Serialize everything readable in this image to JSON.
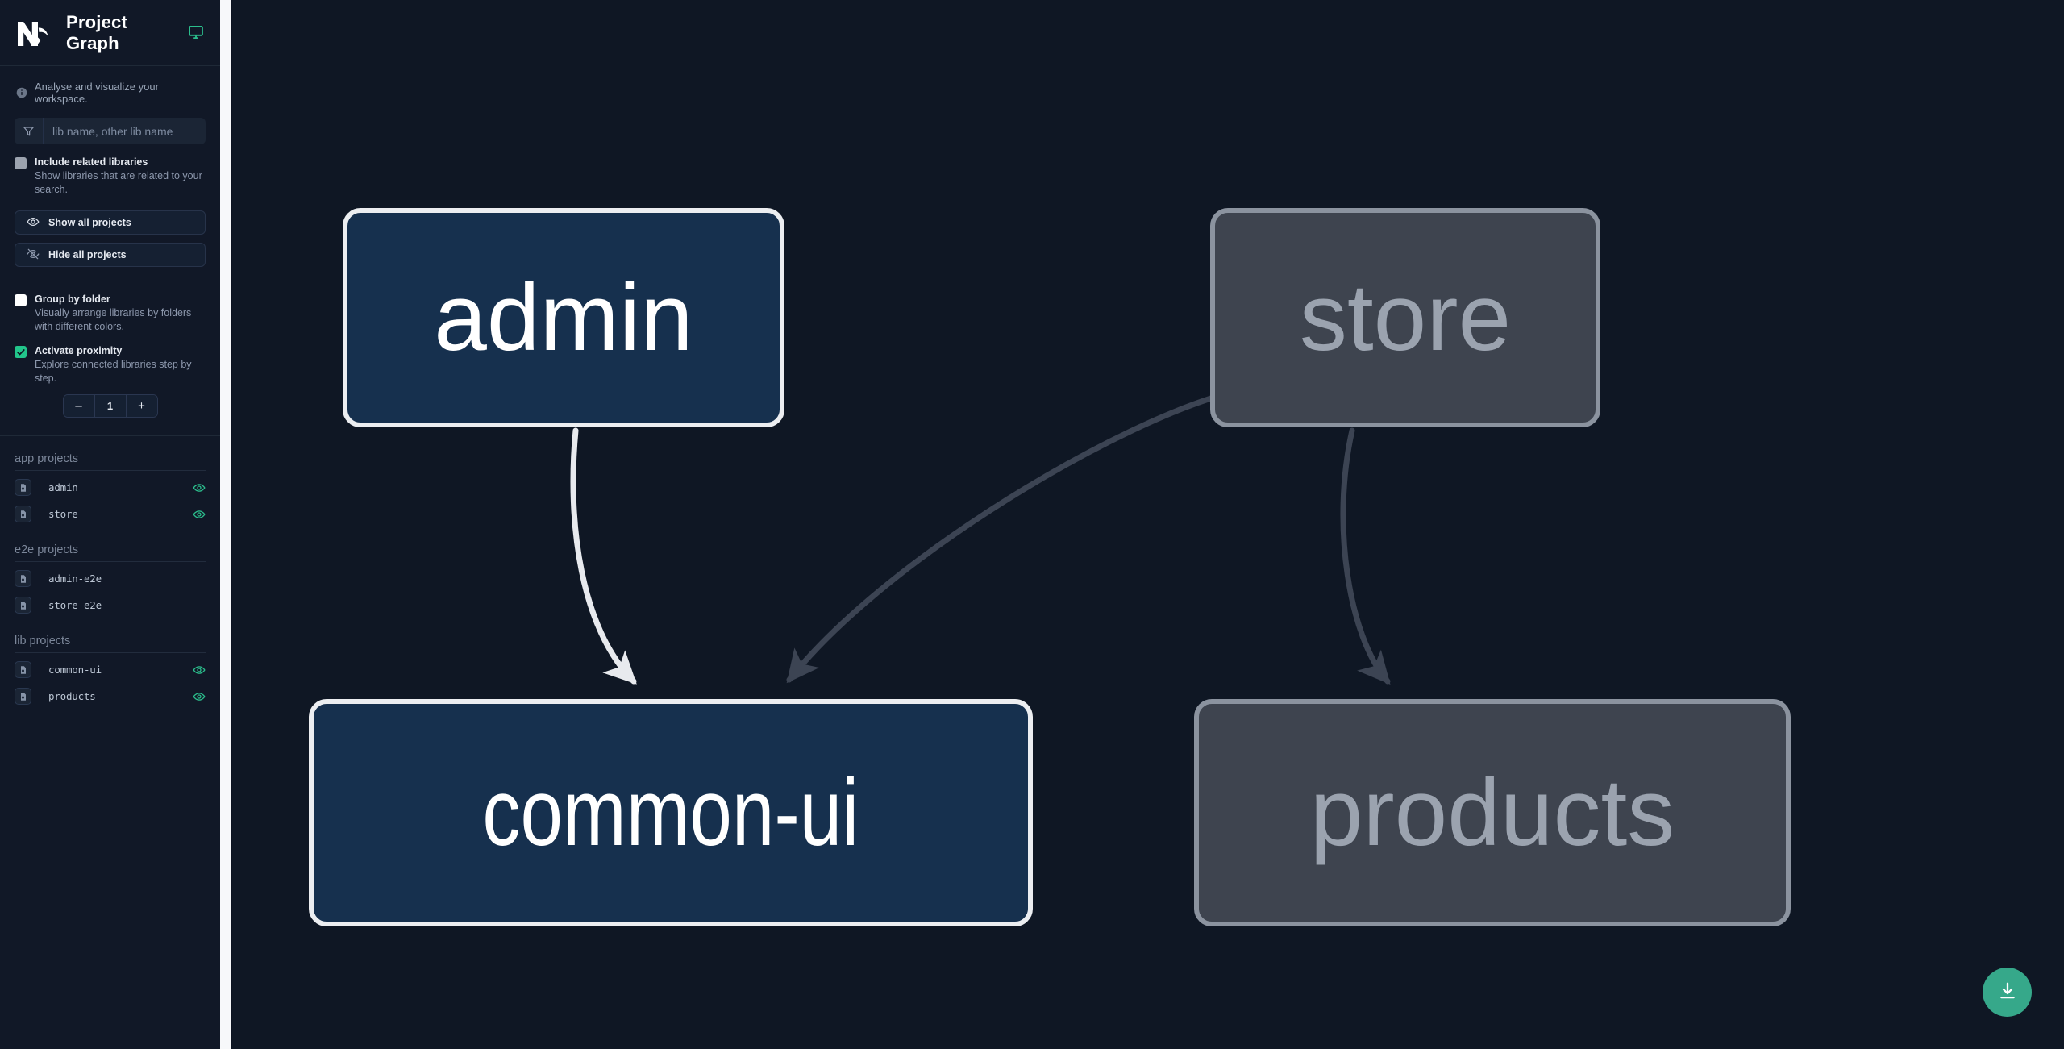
{
  "app": {
    "title": "Project Graph",
    "logo_icon": "nx-logo",
    "display_icon": "monitor-icon",
    "tagline": "Analyse and visualize your workspace.",
    "tagline_icon": "info-icon",
    "accent_green": "#22c58b",
    "focus_node_fill": "#16304e",
    "focus_node_border": "#eceef1",
    "dim_node_fill": "#3e444f",
    "dim_node_border": "#8b939f",
    "canvas_bg": "#0f1724",
    "sidebar_bg": "#111827"
  },
  "search": {
    "placeholder": "lib name, other lib name",
    "value": "",
    "icon": "filter-funnel-icon"
  },
  "options": [
    {
      "id": "include-related-libraries",
      "label": "Include related libraries",
      "description": "Show libraries that are related to your search.",
      "checked": false,
      "style": "gray"
    },
    {
      "id": "group-by-folder",
      "label": "Group by folder",
      "description": "Visually arrange libraries by folders with different colors.",
      "checked": false,
      "style": "white"
    },
    {
      "id": "activate-proximity",
      "label": "Activate proximity",
      "description": "Explore connected libraries step by step.",
      "checked": true,
      "style": "green"
    }
  ],
  "buttons": {
    "show_all": {
      "label": "Show all projects",
      "icon": "eye-icon"
    },
    "hide_all": {
      "label": "Hide all projects",
      "icon": "eye-off-icon"
    }
  },
  "stepper": {
    "decrement_label": "–",
    "value": "1",
    "increment_label": "+"
  },
  "project_groups": [
    {
      "title": "app projects",
      "items": [
        {
          "name": "admin",
          "icon": "project-file-icon",
          "visible": true,
          "eye_icon": "eye-icon"
        },
        {
          "name": "store",
          "icon": "project-file-icon",
          "visible": true,
          "eye_icon": "eye-icon"
        }
      ]
    },
    {
      "title": "e2e projects",
      "items": [
        {
          "name": "admin-e2e",
          "icon": "project-file-icon",
          "visible": false,
          "eye_icon": ""
        },
        {
          "name": "store-e2e",
          "icon": "project-file-icon",
          "visible": false,
          "eye_icon": ""
        }
      ]
    },
    {
      "title": "lib projects",
      "items": [
        {
          "name": "common-ui",
          "icon": "project-file-icon",
          "visible": true,
          "eye_icon": "eye-icon"
        },
        {
          "name": "products",
          "icon": "project-file-icon",
          "visible": true,
          "eye_icon": "eye-icon"
        }
      ]
    }
  ],
  "graph": {
    "nodes": [
      {
        "id": "admin",
        "label": "admin",
        "state": "focused"
      },
      {
        "id": "store",
        "label": "store",
        "state": "dimmed"
      },
      {
        "id": "common-ui",
        "label": "common-ui",
        "state": "focused"
      },
      {
        "id": "products",
        "label": "products",
        "state": "dimmed"
      }
    ],
    "edges": [
      {
        "from": "admin",
        "to": "common-ui",
        "state": "highlighted"
      },
      {
        "from": "store",
        "to": "common-ui",
        "state": "dimmed"
      },
      {
        "from": "store",
        "to": "products",
        "state": "dimmed"
      }
    ],
    "edge_highlight_color": "#e8eaee",
    "edge_dim_color": "#3c4453"
  },
  "fab": {
    "label": "download-graph",
    "icon": "download-icon",
    "color": "#36a88a"
  }
}
